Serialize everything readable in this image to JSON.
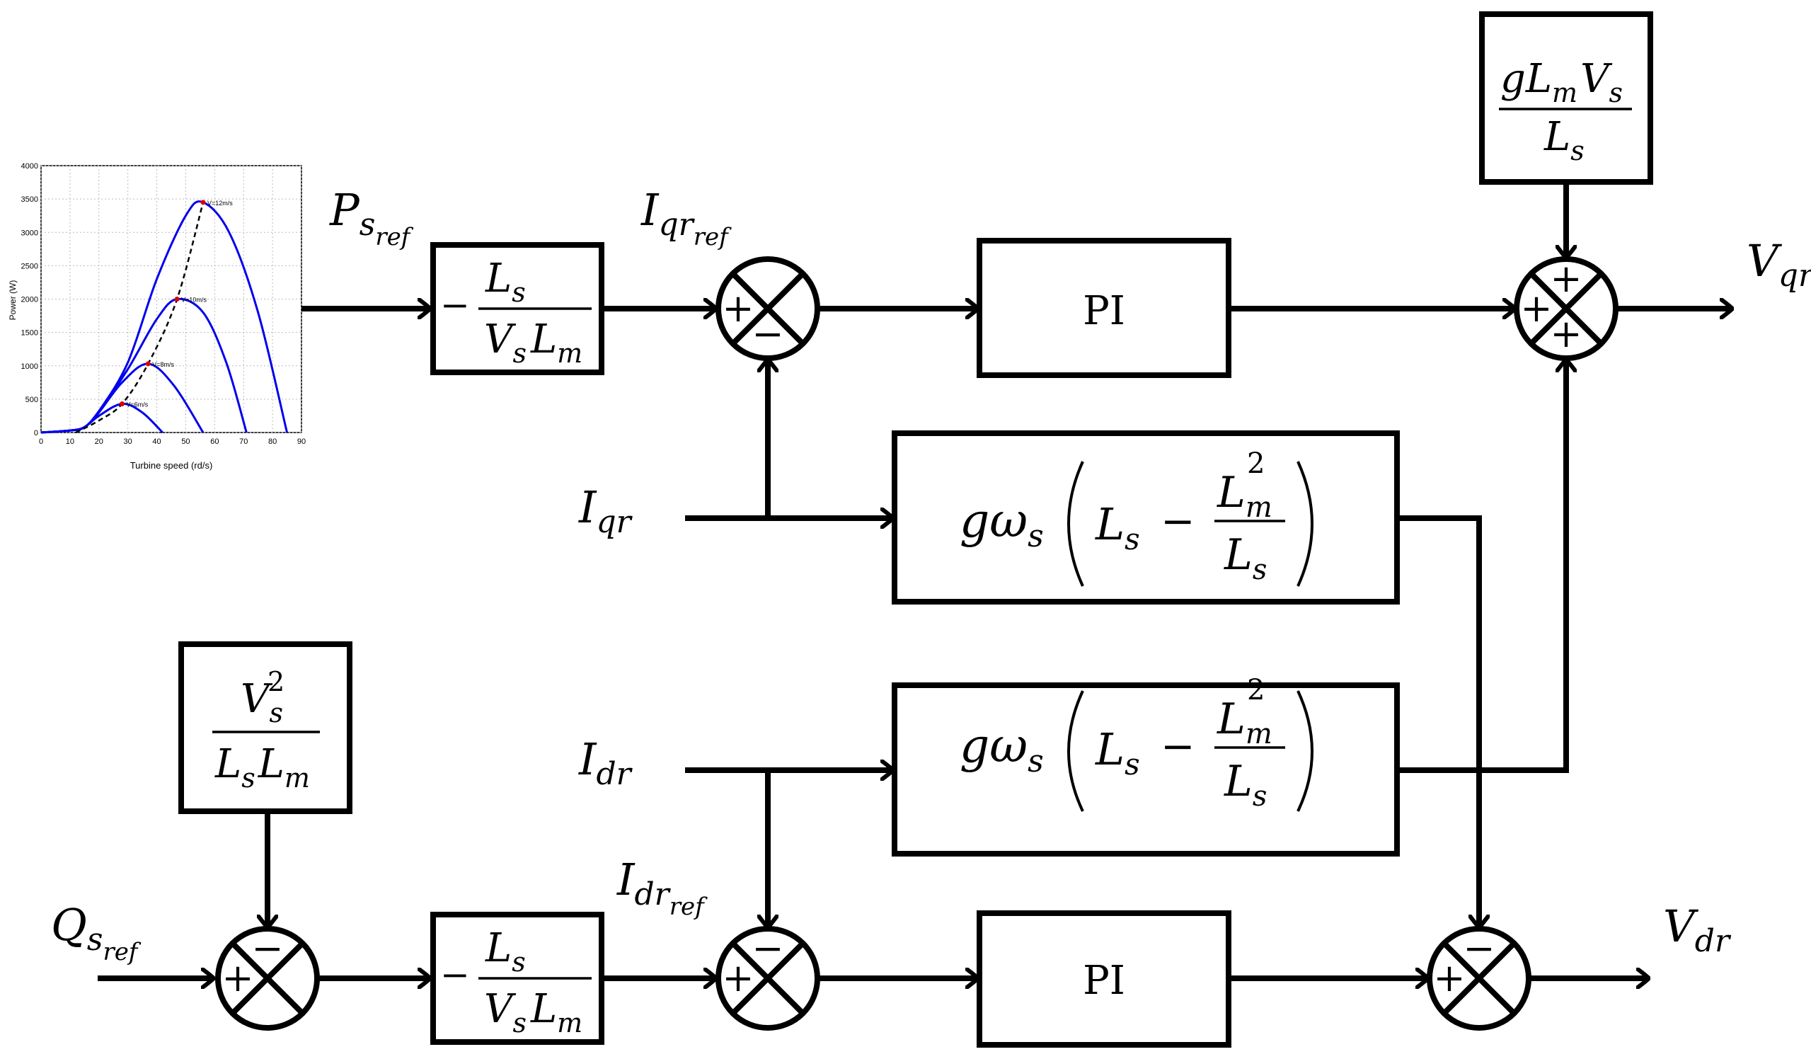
{
  "inputs": {
    "ps_ref": "P",
    "ps_ref_sub": "s",
    "ps_ref_subsub": "ref",
    "qs_ref": "Q",
    "qs_ref_sub": "s",
    "qs_ref_subsub": "ref",
    "iqr": "I",
    "iqr_sub": "qr",
    "idr": "I",
    "idr_sub": "dr"
  },
  "signals": {
    "iqr_ref": "I",
    "iqr_ref_sub": "qr",
    "iqr_ref_subsub": "ref",
    "idr_ref": "I",
    "idr_ref_sub": "dr",
    "idr_ref_subsub": "ref"
  },
  "outputs": {
    "vqr": "V",
    "vqr_sub": "qr",
    "vdr": "V",
    "vdr_sub": "dr"
  },
  "blocks": {
    "pi_top": "PI",
    "pi_bottom": "PI",
    "gain": {
      "minus": "−",
      "num": "L",
      "num_sub": "s",
      "den_a": "V",
      "den_a_sub": "s",
      "den_b": "L",
      "den_b_sub": "m"
    },
    "ff_qr": {
      "num_g": "gL",
      "num_g_sub": "m",
      "num_v": "V",
      "num_v_sub": "s",
      "den": "L",
      "den_sub": "s"
    },
    "ff_dr": {
      "num": "V",
      "num_sub": "s",
      "num_sup": "2",
      "den_a": "L",
      "den_a_sub": "s",
      "den_b": "L",
      "den_b_sub": "m"
    },
    "coupling": {
      "g_omega": "gω",
      "g_omega_sub": "s",
      "ls": "L",
      "ls_sub": "s",
      "minus": "−",
      "lm": "L",
      "lm_sub": "m",
      "lm_sup": "2",
      "den": "L",
      "den_sub": "s"
    }
  },
  "sum_signs": {
    "plus": "+",
    "minus": "−"
  },
  "power_curve_chart": {
    "chart_data": {
      "type": "line",
      "xlabel": "Turbine speed (rd/s)",
      "ylabel": "Power (W)",
      "xlim": [
        0,
        90
      ],
      "ylim": [
        0,
        4000
      ],
      "x_ticks": [
        "0",
        "10",
        "20",
        "30",
        "40",
        "50",
        "60",
        "70",
        "80",
        "90"
      ],
      "y_ticks": [
        "0",
        "500",
        "1000",
        "1500",
        "2000",
        "2500",
        "3000",
        "3500",
        "4000"
      ],
      "grid": true,
      "series": [
        {
          "name": "V=6m/s",
          "color": "#0000ee",
          "x": [
            0,
            10,
            15,
            20,
            28,
            35,
            42
          ],
          "y": [
            0,
            30,
            80,
            250,
            430,
            300,
            0
          ]
        },
        {
          "name": "V=8m/s",
          "color": "#0000ee",
          "x": [
            0,
            10,
            15,
            20,
            28,
            37,
            46,
            56
          ],
          "y": [
            0,
            30,
            80,
            300,
            750,
            1030,
            700,
            0
          ]
        },
        {
          "name": "V=10m/s",
          "color": "#0000ee",
          "x": [
            0,
            10,
            15,
            20,
            30,
            40,
            47,
            56,
            64,
            71
          ],
          "y": [
            0,
            30,
            80,
            320,
            950,
            1700,
            2000,
            1800,
            1050,
            0
          ]
        },
        {
          "name": "V=12m/s",
          "color": "#0000ee",
          "x": [
            0,
            10,
            15,
            20,
            30,
            40,
            50,
            56,
            65,
            75,
            85
          ],
          "y": [
            0,
            30,
            80,
            320,
            1050,
            2300,
            3250,
            3450,
            3000,
            1800,
            0
          ]
        }
      ],
      "optimal_curve": {
        "x": [
          12,
          20,
          28,
          37,
          47,
          56
        ],
        "y": [
          0,
          180,
          430,
          1030,
          2000,
          3450
        ],
        "color": "#000000",
        "style": "dashed"
      },
      "optimal_points": {
        "x": [
          28,
          37,
          47,
          56
        ],
        "y": [
          430,
          1030,
          2000,
          3450
        ],
        "color": "#dd0000"
      }
    }
  }
}
